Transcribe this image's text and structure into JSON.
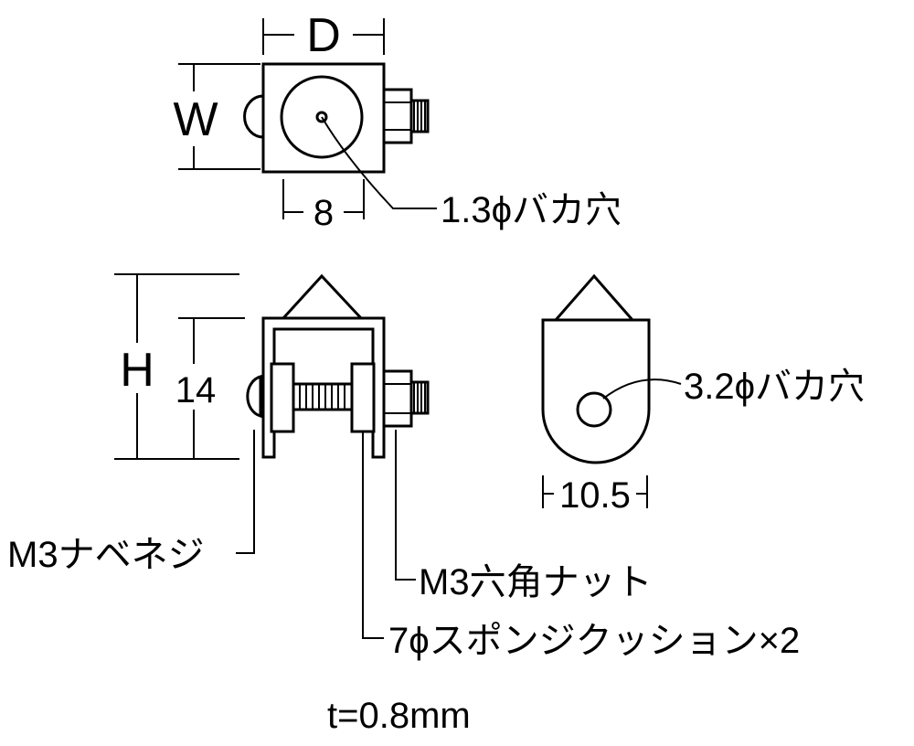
{
  "dimensions": {
    "depth": "D",
    "width": "W",
    "height": "H",
    "inner_height": "14",
    "lower_gap": "8",
    "tab_width": "10.5"
  },
  "callouts": {
    "top_hole": "1.3ϕバカ穴",
    "tab_hole": "3.2ϕバカ穴",
    "screw": "M3ナベネジ",
    "nut": "M3六角ナット",
    "cushion": "7ϕスポンジクッション×2"
  },
  "note": {
    "thickness": "t=0.8mm"
  }
}
